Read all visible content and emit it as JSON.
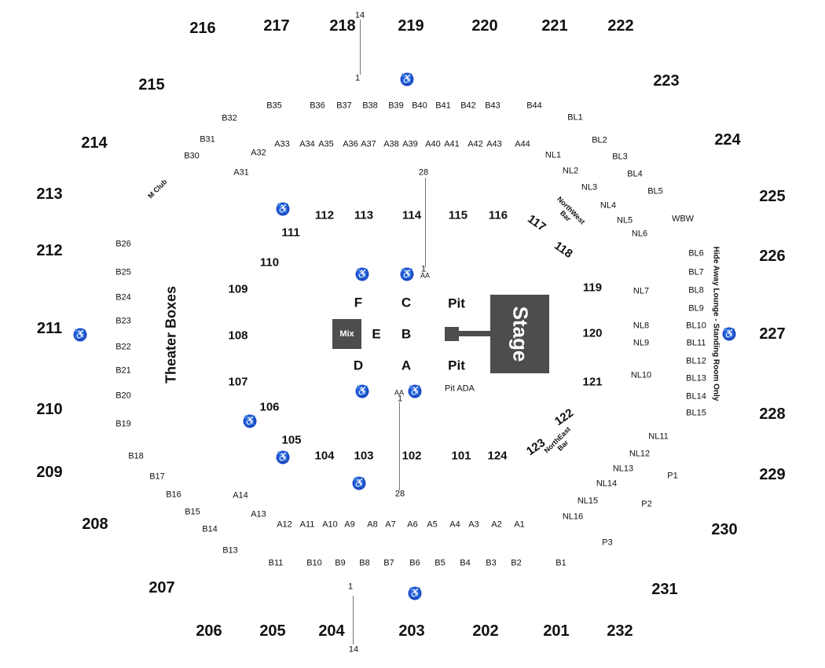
{
  "stage": {
    "label": "Stage"
  },
  "mix": {
    "label": "Mix"
  },
  "theater_boxes": {
    "label": "Theater Boxes"
  },
  "hide_away": {
    "label": "Hide Away Lounge - Standing Room Only"
  },
  "m_club": {
    "label": "M Club"
  },
  "northwest_bar": {
    "line1": "NorthWest",
    "line2": "Bar"
  },
  "northeast_bar": {
    "line1": "NorthEast",
    "line2": "Bar"
  },
  "upper": [
    "216",
    "217",
    "218",
    "219",
    "220",
    "221",
    "222",
    "223",
    "224",
    "225",
    "226",
    "227",
    "228",
    "229",
    "230",
    "231",
    "232",
    "201",
    "202",
    "203",
    "204",
    "205",
    "206",
    "207",
    "208",
    "209",
    "210",
    "211",
    "212",
    "213",
    "214",
    "215"
  ],
  "lower": [
    "112",
    "113",
    "114",
    "115",
    "116",
    "111",
    "110",
    "109",
    "108",
    "107",
    "106",
    "105",
    "104",
    "103",
    "102",
    "101",
    "124",
    "119",
    "120",
    "121"
  ],
  "lower_rotated": [
    "117",
    "118",
    "122",
    "123"
  ],
  "floor": [
    "F",
    "C",
    "E",
    "B",
    "D",
    "A"
  ],
  "pit": [
    "Pit",
    "Pit"
  ],
  "pit_ada": "Pit ADA",
  "row_labels": {
    "upper_first": "1",
    "upper_last": "14",
    "lower_first": "1",
    "lower_last": "28",
    "aa": "AA"
  },
  "rows_a_top": [
    "A33",
    "A34",
    "A35",
    "A36",
    "A37",
    "A38",
    "A39",
    "A40",
    "A41",
    "A42",
    "A43",
    "A44",
    "A32",
    "A31"
  ],
  "rows_b_top": [
    "B35",
    "B36",
    "B37",
    "B38",
    "B39",
    "B40",
    "B41",
    "B42",
    "B43",
    "B44",
    "B32",
    "B31",
    "B30"
  ],
  "rows_b_left": [
    "B26",
    "B25",
    "B24",
    "B23",
    "B22",
    "B21",
    "B20",
    "B19",
    "B18",
    "B17",
    "B16",
    "B15",
    "B14",
    "B13"
  ],
  "rows_a_bottom": [
    "A14",
    "A13",
    "A12",
    "A11",
    "A10",
    "A9",
    "A8",
    "A7",
    "A6",
    "A5",
    "A4",
    "A3",
    "A2",
    "A1"
  ],
  "rows_b_bottom": [
    "B11",
    "B10",
    "B9",
    "B8",
    "B7",
    "B6",
    "B5",
    "B4",
    "B3",
    "B2",
    "B1"
  ],
  "rows_bl": [
    "BL1",
    "BL2",
    "BL3",
    "BL4",
    "BL5",
    "BL6",
    "BL7",
    "BL8",
    "BL9",
    "BL10",
    "BL11",
    "BL12",
    "BL13",
    "BL14",
    "BL15"
  ],
  "rows_nl": [
    "NL1",
    "NL2",
    "NL3",
    "NL4",
    "NL5",
    "NL6",
    "NL7",
    "NL8",
    "NL9",
    "NL10",
    "NL11",
    "NL12",
    "NL13",
    "NL14",
    "NL15",
    "NL16"
  ],
  "rows_misc": [
    "WBW",
    "P1",
    "P2",
    "P3"
  ],
  "colors": {
    "stage": "#4d4d4d",
    "ada": "#1c46c9"
  },
  "icons": {
    "ada": "wheelchair-icon"
  }
}
